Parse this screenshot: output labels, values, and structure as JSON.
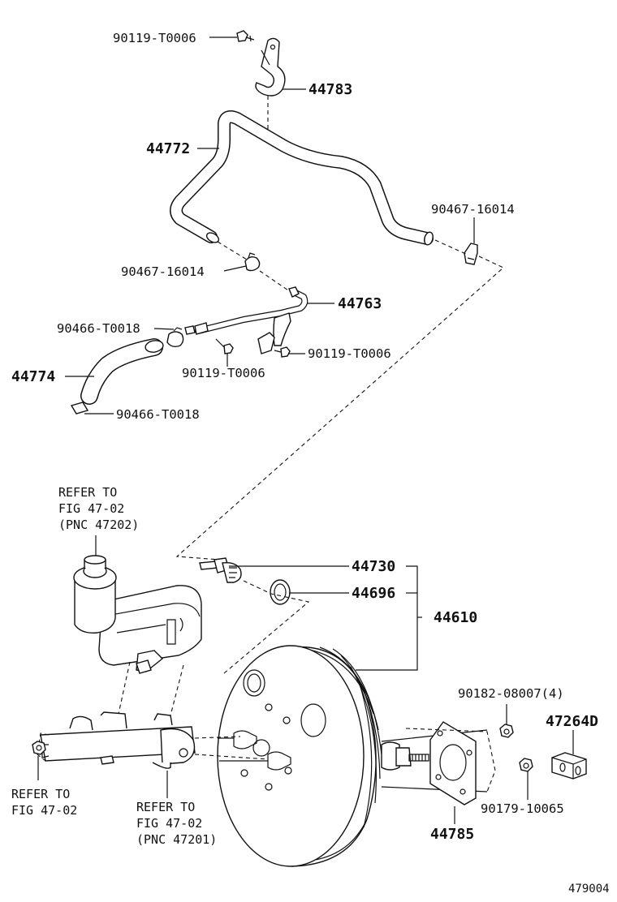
{
  "labels": {
    "bolt_top": "90119-T0006",
    "bracket_top": "44783",
    "hose_main": "44772",
    "clamp_right": "90467-16014",
    "clamp_left": "90467-16014",
    "pipe_union": "44763",
    "clip_upper": "90466-T0018",
    "bolt_right": "90119-T0006",
    "bolt_mid": "90119-T0006",
    "hose_small": "44774",
    "clip_lower": "90466-T0018",
    "check_valve": "44730",
    "grommet": "44696",
    "booster_assy": "44610",
    "nut_4": "90182-08007(4)",
    "bracket_d": "47264D",
    "nut_single": "90179-10065",
    "gasket": "44785"
  },
  "refs": {
    "reservoir": [
      "REFER TO",
      "FIG 47-02",
      "(PNC 47202)"
    ],
    "left_nut": [
      "REFER TO",
      "FIG 47-02"
    ],
    "master_cyl": [
      "REFER TO",
      "FIG 47-02",
      "(PNC 47201)"
    ]
  },
  "figure_number": "479004"
}
